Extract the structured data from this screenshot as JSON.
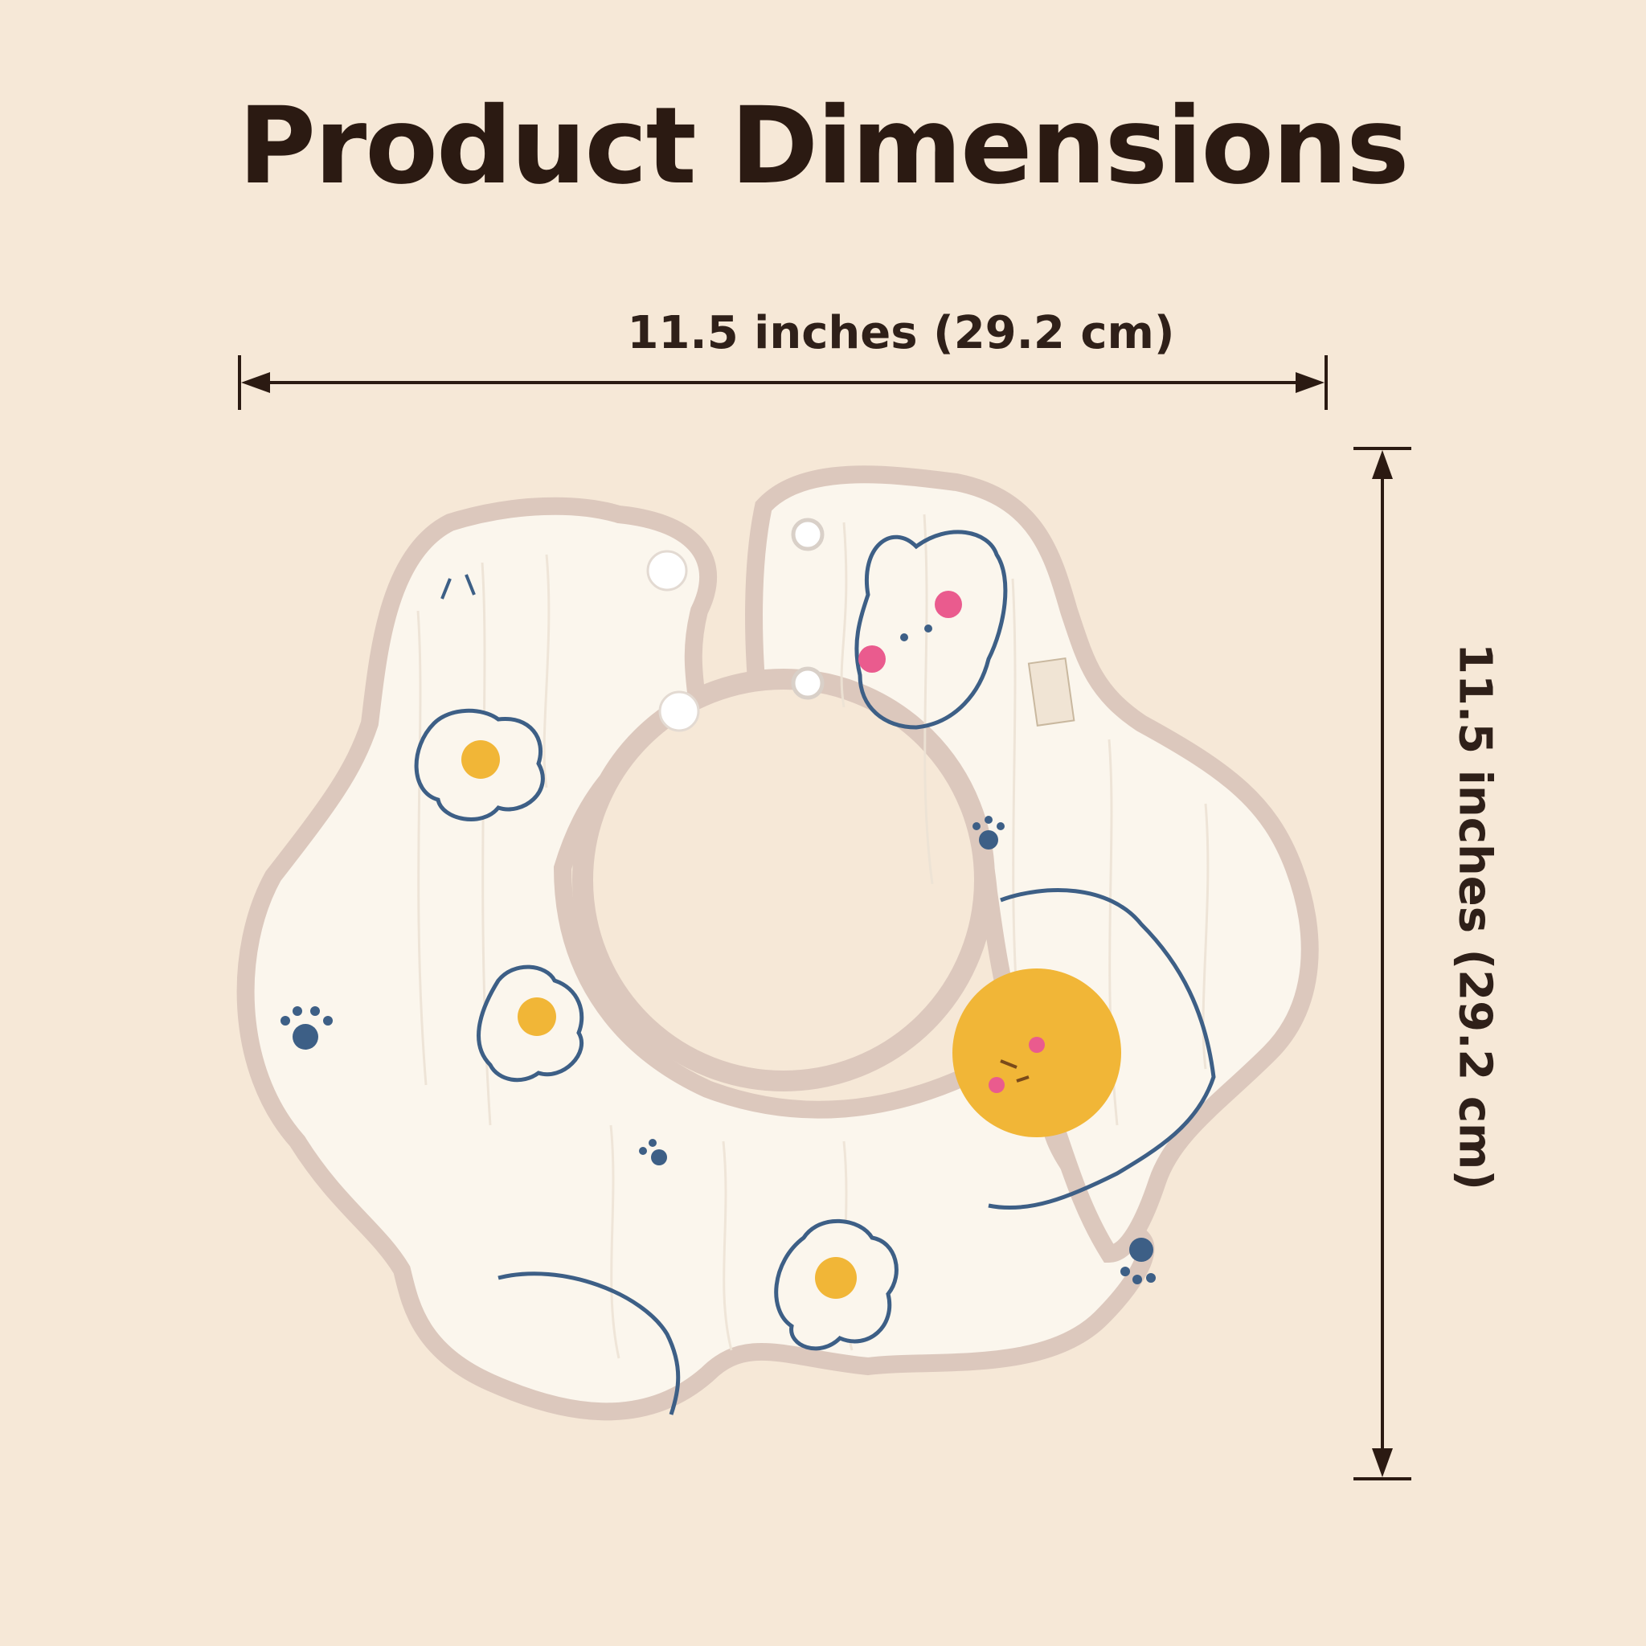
{
  "title": "Product Dimensions",
  "width_label": "11.5 inches (29.2 cm)",
  "height_label": "11.5 inches (29.2 cm)",
  "colors": {
    "background": "#f6e8d7",
    "text": "#2b1a12",
    "bib_fabric": "#fbf6ed",
    "bib_trim": "#dcc8bd",
    "print_blue": "#3d5f86",
    "print_yolk": "#f1b637",
    "print_pink": "#ea5b8e"
  },
  "icons": [
    "arrow-horizontal",
    "arrow-vertical",
    "snap-button",
    "fried-egg",
    "paw-print",
    "bear-face",
    "sun-face"
  ]
}
